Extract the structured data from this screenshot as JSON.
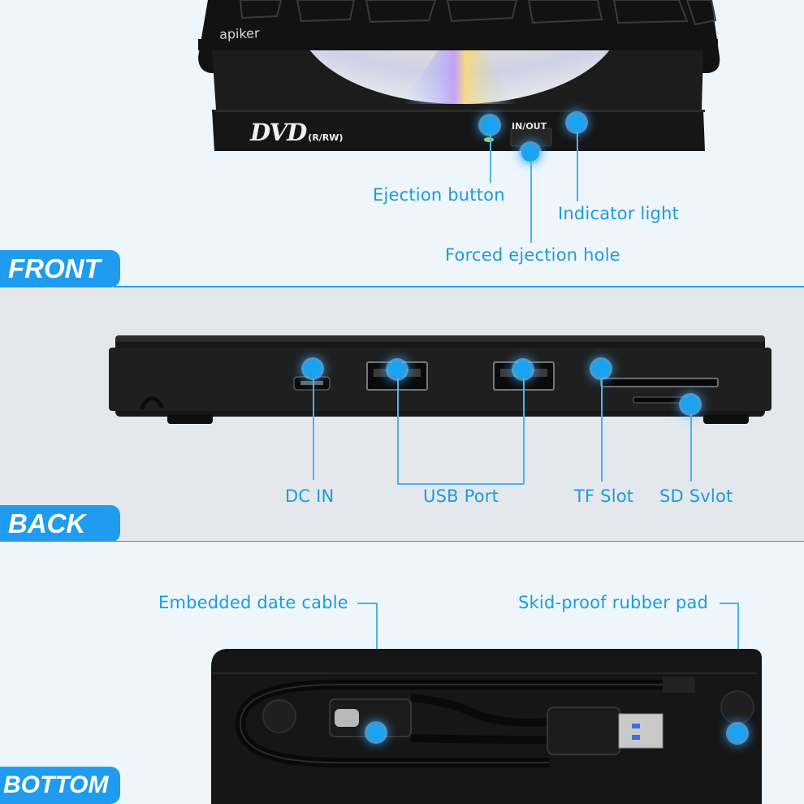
{
  "front": {
    "section_label": "FRONT",
    "brand": "apiker",
    "dvd_logo": "DVD",
    "dvd_sub": "(R/RW)",
    "inout_label": "IN/OUT",
    "callouts": {
      "ejection_button": "Ejection button",
      "indicator_light": "Indicator light",
      "forced_ejection_hole": "Forced ejection hole"
    }
  },
  "back": {
    "section_label": "BACK",
    "callouts": {
      "dc_in": "DC IN",
      "usb_port": "USB Port",
      "tf_slot": "TF Slot",
      "sd_slot": "SD Svlot"
    }
  },
  "bottom": {
    "section_label": "BOTTOM",
    "callouts": {
      "embedded_cable": "Embedded date cable",
      "rubber_pad": "Skid-proof rubber pad"
    }
  },
  "colors": {
    "accent": "#1f9cf0",
    "callout_text": "#1b9be0",
    "device_black": "#141414",
    "back_band": "#e4e8ec"
  }
}
